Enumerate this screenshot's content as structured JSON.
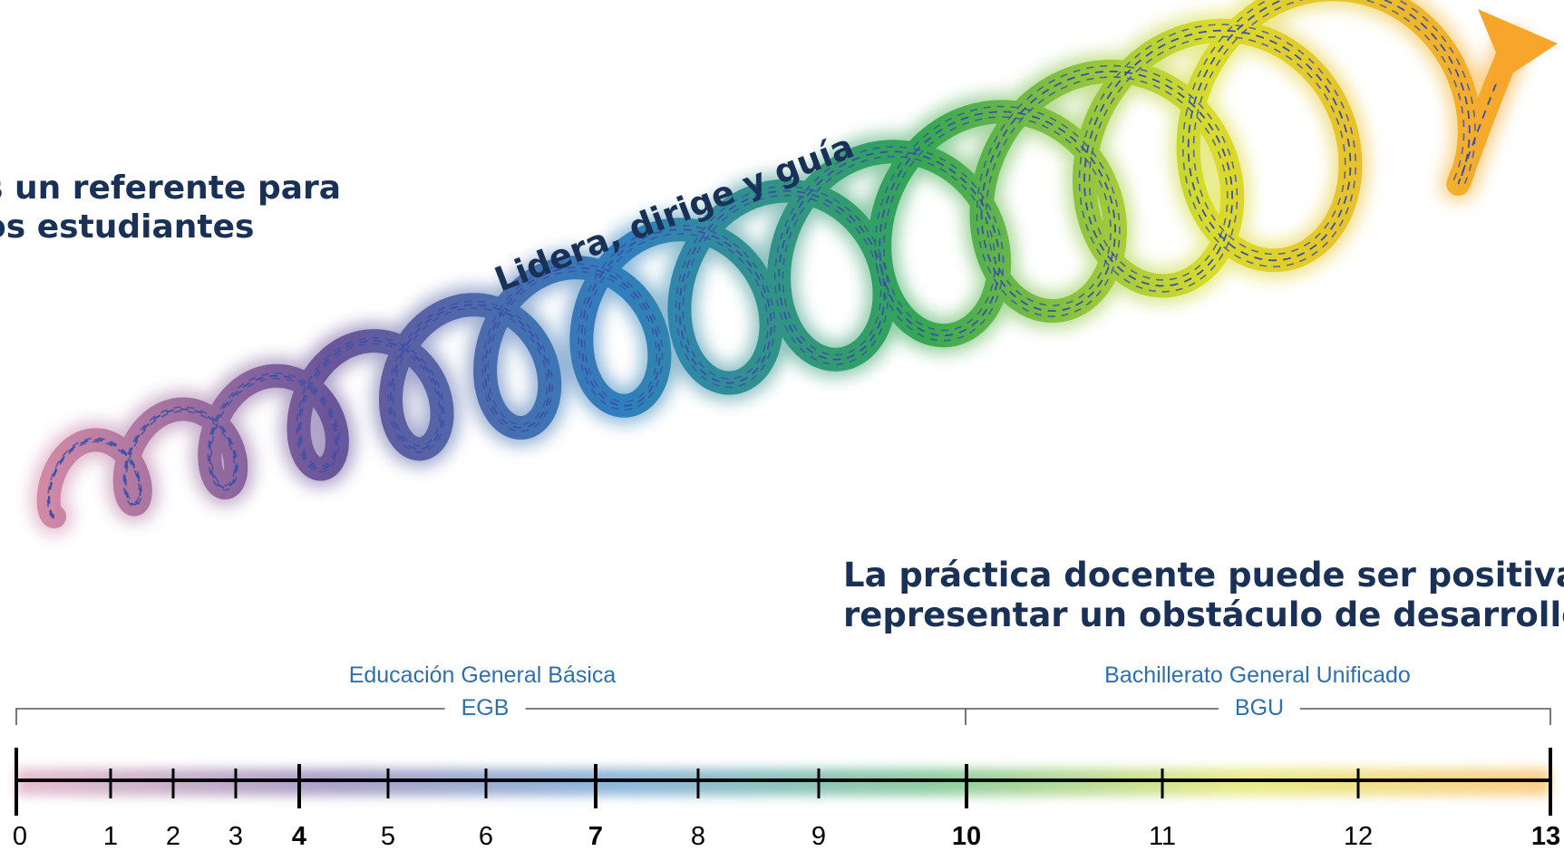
{
  "spiral": {
    "label": "Lidera, dirige y guía",
    "colors": [
      "#d48aa6",
      "#6a559a",
      "#2f7fbd",
      "#33a654",
      "#d9dc2c",
      "#f7a62b"
    ]
  },
  "texts": {
    "referente": "s un referente para\nos estudiantes",
    "practica": "La práctica docente puede ser positiva o\nrepresentar un obstáculo de desarrollo"
  },
  "stages": {
    "egb": {
      "name": "Educación General Básica",
      "abbr": "EGB"
    },
    "bgu": {
      "name": "Bachillerato General Unificado",
      "abbr": "BGU"
    }
  },
  "scale": {
    "ticks": [
      {
        "label": "0",
        "bold": false
      },
      {
        "label": "1",
        "bold": false
      },
      {
        "label": "2",
        "bold": false
      },
      {
        "label": "3",
        "bold": false
      },
      {
        "label": "4",
        "bold": true
      },
      {
        "label": "5",
        "bold": false
      },
      {
        "label": "6",
        "bold": false
      },
      {
        "label": "7",
        "bold": true
      },
      {
        "label": "8",
        "bold": false
      },
      {
        "label": "9",
        "bold": false
      },
      {
        "label": "10",
        "bold": true
      },
      {
        "label": "11",
        "bold": false
      },
      {
        "label": "12",
        "bold": false
      },
      {
        "label": "13",
        "bold": true
      }
    ]
  },
  "colors": {
    "text": "#1a3157",
    "stage": "#2f6fb0",
    "dash": "#3a4fa8"
  }
}
